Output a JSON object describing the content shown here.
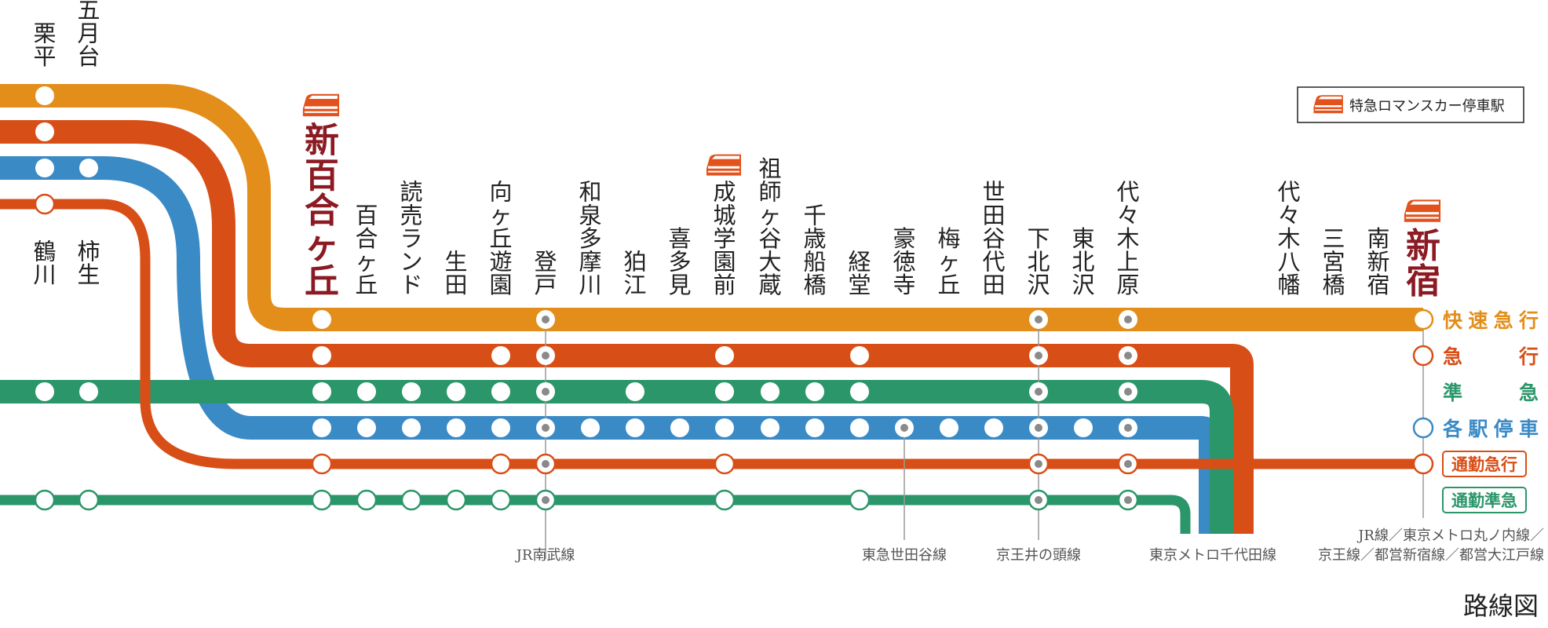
{
  "title": "路線図",
  "legend": {
    "label": "特急ロマンスカー停車駅"
  },
  "colors": {
    "rapid_express": "#E38E1B",
    "express": "#D84E17",
    "semi_express": "#2B966A",
    "local": "#3A8AC6",
    "romancecar": "#E3521C",
    "major_station": "#8B1A23",
    "text": "#222222",
    "connector": "#9A9A9A"
  },
  "services": [
    {
      "id": "rapid_express",
      "label": "快速急行",
      "boxed": false
    },
    {
      "id": "express",
      "label": "急　行",
      "boxed": false
    },
    {
      "id": "semi_express",
      "label": "準　急",
      "boxed": false
    },
    {
      "id": "local",
      "label": "各駅停車",
      "boxed": false
    },
    {
      "id": "commuter_express",
      "label": "通勤急行",
      "boxed": true
    },
    {
      "id": "commuter_semi_express",
      "label": "通勤準急",
      "boxed": true
    }
  ],
  "branch_stations": [
    {
      "name": "栗平"
    },
    {
      "name": "五月台"
    },
    {
      "name": "鶴川"
    },
    {
      "name": "柿生"
    }
  ],
  "stations": [
    {
      "name": "新百合ヶ丘",
      "romancecar": true,
      "major": true
    },
    {
      "name": "百合ヶ丘"
    },
    {
      "name": "読売ランド"
    },
    {
      "name": "生田"
    },
    {
      "name": "向ヶ丘遊園"
    },
    {
      "name": "登戸"
    },
    {
      "name": "和泉多摩川"
    },
    {
      "name": "狛江"
    },
    {
      "name": "喜多見"
    },
    {
      "name": "成城学園前",
      "romancecar": true
    },
    {
      "name": "祖師ヶ谷大蔵"
    },
    {
      "name": "千歳船橋"
    },
    {
      "name": "経堂"
    },
    {
      "name": "豪徳寺"
    },
    {
      "name": "梅ヶ丘"
    },
    {
      "name": "世田谷代田"
    },
    {
      "name": "下北沢"
    },
    {
      "name": "東北沢"
    },
    {
      "name": "代々木上原"
    },
    {
      "name": "代々木八幡"
    },
    {
      "name": "三宮橋"
    },
    {
      "name": "南新宿"
    },
    {
      "name": "新宿",
      "romancecar": true,
      "major": true
    }
  ],
  "connections": [
    {
      "label": "JR南武線"
    },
    {
      "label": "東急世田谷線"
    },
    {
      "label": "京王井の頭線"
    },
    {
      "label": "東京メトロ千代田線"
    },
    {
      "label": "JR線／東京メトロ丸ノ内線／"
    },
    {
      "label": "京王線／都営新宿線／都営大江戸線"
    }
  ]
}
